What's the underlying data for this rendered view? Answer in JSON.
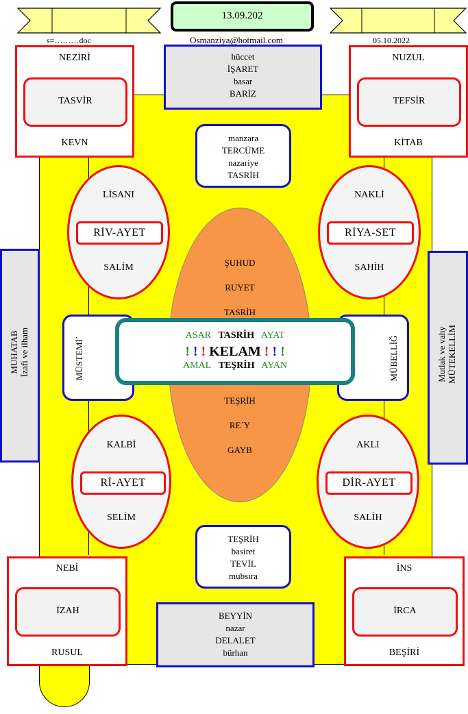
{
  "header": {
    "date_box": "13.09.202",
    "filename": "s=………doc",
    "email": "Osmanziya@hotmail.com",
    "date_right": "05.10.2022"
  },
  "corners": {
    "top_left": {
      "top": "NEZİRİ",
      "inner": "TASVİR",
      "bottom": "KEVN"
    },
    "top_right": {
      "top": "NUZUL",
      "inner": "TEFSİR",
      "bottom": "KİTAB"
    },
    "bottom_left": {
      "top": "NEBİ",
      "inner": "İZAH",
      "bottom": "RUSUL"
    },
    "bottom_right": {
      "top": "İNS",
      "inner": "İRCA",
      "bottom": "BEŞİRİ"
    }
  },
  "top_center_box": [
    "hüccet",
    "İŞARET",
    "basar",
    "BARİZ"
  ],
  "upper_mid_box": [
    "manzara",
    "TERCÜME",
    "nazariye",
    "TASRİH"
  ],
  "lower_mid_box": [
    "TEŞRİH",
    "basiret",
    "TEVİL",
    "mubsıra"
  ],
  "bottom_center_box": [
    "BEYYİN",
    "nazar",
    "DELALET",
    "bürhan"
  ],
  "ellipses": {
    "upper_left": {
      "top": "LİSANI",
      "label": "RİV-AYET",
      "bottom": "SALİM"
    },
    "upper_right": {
      "top": "NAKLİ",
      "label": "RİYA-SET",
      "bottom": "SAHİH"
    },
    "lower_left": {
      "top": "KALBİ",
      "label": "Rİ-AYET",
      "bottom": "SELİM"
    },
    "lower_right": {
      "top": "AKLI",
      "label": "DİR-AYET",
      "bottom": "SALİH"
    }
  },
  "center_oval": {
    "upper": [
      "ŞUHUD",
      "RUYET",
      "TASRİH"
    ],
    "lower": [
      "TEŞRİH",
      "RE´Y",
      "GAYB"
    ]
  },
  "center_box": {
    "row1": {
      "left": "ASAR",
      "middle": "TASRİH",
      "right": "AYAT"
    },
    "row2": {
      "left": "! ! !",
      "middle": "KELAM",
      "right": "! ! !"
    },
    "row3": {
      "left": "AMAL",
      "middle": "TEŞRİH",
      "right": "AYAN"
    }
  },
  "side": {
    "left_outer": [
      "MUHATAB",
      "İzafi ve ilham"
    ],
    "right_outer": [
      "Mutlak ve  vahy",
      "MÜTEKELLİM"
    ],
    "left_inner": "MÜSTEMİ´",
    "right_inner": "MÜBELLİĞ"
  }
}
